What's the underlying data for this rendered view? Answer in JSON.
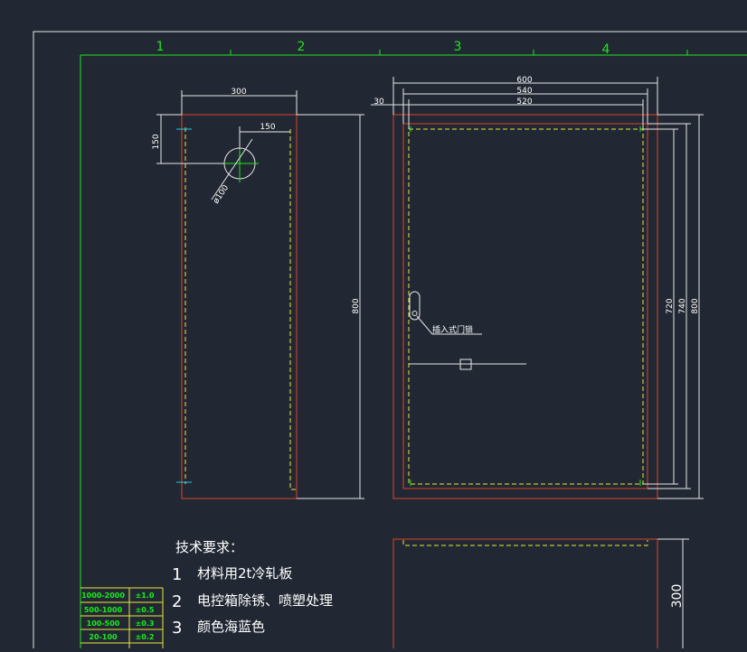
{
  "colors": {
    "background": "#222833",
    "frame": "#e6e6e6",
    "grid": "#1ee61e",
    "outline": "#d9452a",
    "hidden": "#e8e83a",
    "dimension": "#ffffff",
    "marker": "#1ec8f0"
  },
  "zones": [
    "1",
    "2",
    "3",
    "4"
  ],
  "side_view": {
    "width": "300",
    "hole_offset_x": "150",
    "hole_offset_y": "150",
    "hole_diameter": "ø100",
    "height": "800"
  },
  "front_view": {
    "width_outer": "600",
    "width_mid": "540",
    "width_inner": "520",
    "side_offset": "30",
    "height_inner": "720",
    "height_mid": "740",
    "height_outer": "800",
    "lock_label": "插入式门锁"
  },
  "bottom_view": {
    "depth": "300"
  },
  "notes": {
    "title": "技术要求：",
    "items": [
      {
        "num": "1",
        "text": "材料用2t冷轧板"
      },
      {
        "num": "2",
        "text": "电控箱除锈、喷塑处理"
      },
      {
        "num": "3",
        "text": "颜色海蓝色"
      }
    ]
  },
  "tolerances": [
    {
      "range": "1000-2000",
      "value": "±1.0"
    },
    {
      "range": "500-1000",
      "value": "±0.5"
    },
    {
      "range": "100-500",
      "value": "±0.3"
    },
    {
      "range": "20-100",
      "value": "±0.2"
    }
  ]
}
